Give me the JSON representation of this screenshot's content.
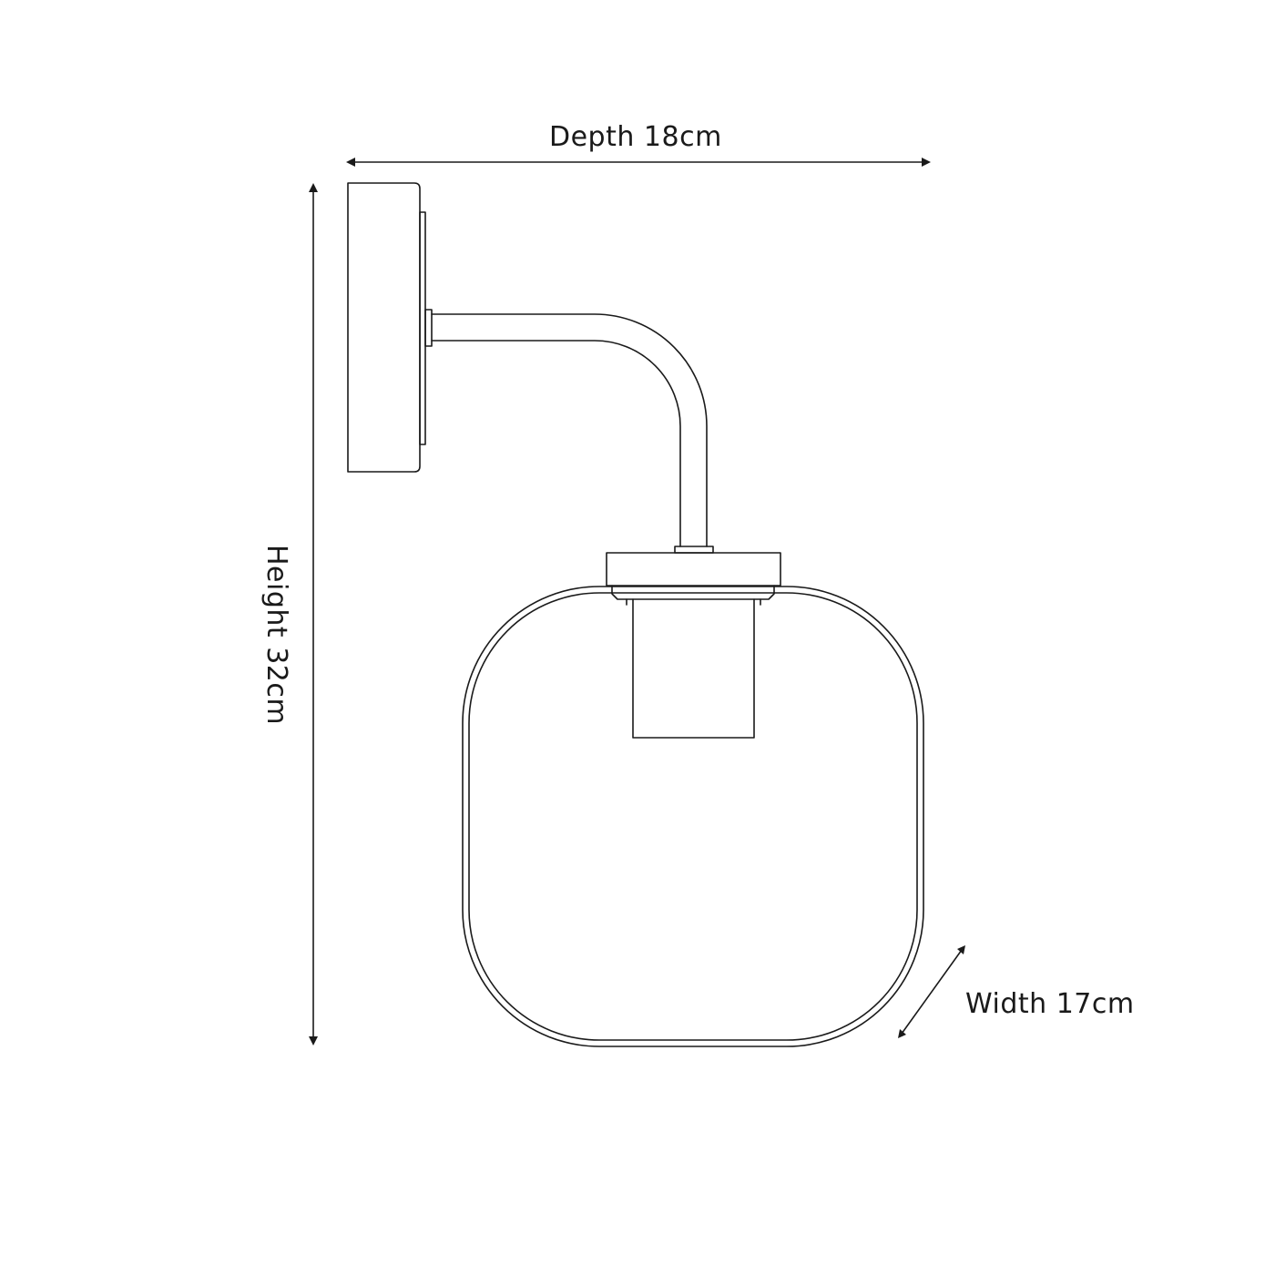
{
  "dimensions": {
    "depth": "Depth 18cm",
    "height": "Height 32cm",
    "width": "Width 17cm"
  },
  "colors": {
    "line": "#1a1a1a",
    "background": "#ffffff"
  }
}
